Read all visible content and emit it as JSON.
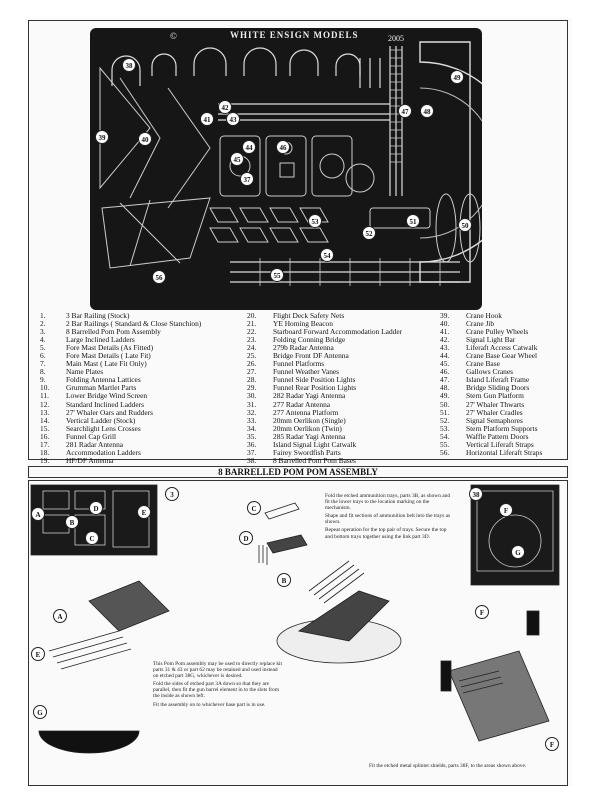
{
  "fret": {
    "copyright": "©",
    "title": "WHITE ENSIGN MODELS",
    "year": "2005",
    "callouts": [
      "38",
      "49",
      "39",
      "40",
      "41",
      "42",
      "43",
      "44",
      "45",
      "46",
      "47",
      "48",
      "50",
      "51",
      "52",
      "53",
      "54",
      "55",
      "56",
      "37"
    ]
  },
  "parts": {
    "col1": [
      {
        "n": "1.",
        "t": "3 Bar Railing (Stock)"
      },
      {
        "n": "2.",
        "t": "2 Bar Railings ( Standard & Close Stanchion)"
      },
      {
        "n": "3.",
        "t": "8 Barrelled Pom Pom Assembly"
      },
      {
        "n": "4.",
        "t": "Large Inclined Ladders"
      },
      {
        "n": "5.",
        "t": "Fore Mast Details (As Fitted)"
      },
      {
        "n": "6.",
        "t": "Fore Mast Details ( Late Fit)"
      },
      {
        "n": "7.",
        "t": "Main Mast ( Late Fit Only)"
      },
      {
        "n": "8.",
        "t": "Name Plates"
      },
      {
        "n": "9.",
        "t": "Folding Antenna Lattices"
      },
      {
        "n": "10.",
        "t": "Grumman Martlet Parts"
      },
      {
        "n": "11.",
        "t": "Lower Bridge Wind Screen"
      },
      {
        "n": "12.",
        "t": "Standard Inclined Ladders"
      },
      {
        "n": "13.",
        "t": "27' Whaler Oars and Rudders"
      },
      {
        "n": "14.",
        "t": "Vertical Ladder (Stock)"
      },
      {
        "n": "15.",
        "t": "Searchlight Lens Crosses"
      },
      {
        "n": "16.",
        "t": "Funnel Cap Grill"
      },
      {
        "n": "17.",
        "t": "281 Radar Antenna"
      },
      {
        "n": "18.",
        "t": "Accommodation Ladders"
      },
      {
        "n": "19.",
        "t": "HF/DF Antenna"
      }
    ],
    "col2": [
      {
        "n": "20.",
        "t": "Flight Deck Safety Nets"
      },
      {
        "n": "21.",
        "t": "YE Homing Beacon"
      },
      {
        "n": "22.",
        "t": "Starboard Forward Accommodation Ladder"
      },
      {
        "n": "23.",
        "t": "Folding Conning Bridge"
      },
      {
        "n": "24.",
        "t": "279b Radar Antenna"
      },
      {
        "n": "25.",
        "t": "Bridge Front DF Antenna"
      },
      {
        "n": "26.",
        "t": "Funnel Platforms"
      },
      {
        "n": "27.",
        "t": "Funnel Weather Vanes"
      },
      {
        "n": "28.",
        "t": "Funnel Side Position Lights"
      },
      {
        "n": "29.",
        "t": "Funnel Rear Position Lights"
      },
      {
        "n": "30.",
        "t": "282 Radar Yagi Antenna"
      },
      {
        "n": "31.",
        "t": "277 Radar Antenna"
      },
      {
        "n": "32.",
        "t": "277 Antenna Platform"
      },
      {
        "n": "33.",
        "t": "20mm Oerlikon (Single)"
      },
      {
        "n": "34.",
        "t": "20mm Oerlikon (Twin)"
      },
      {
        "n": "35.",
        "t": "285 Radar Yagi Antenna"
      },
      {
        "n": "36.",
        "t": "Island Signal Light Catwalk"
      },
      {
        "n": "37.",
        "t": "Fairey Swordfish Parts"
      },
      {
        "n": "38.",
        "t": "8 Barrelled Pom Pom Bases"
      }
    ],
    "col3": [
      {
        "n": "39.",
        "t": "Crane Hook"
      },
      {
        "n": "40.",
        "t": "Crane Jib"
      },
      {
        "n": "41.",
        "t": "Crane Pulley Wheels"
      },
      {
        "n": "42.",
        "t": "Signal Light Bar"
      },
      {
        "n": "43.",
        "t": "Liferaft Access Catwalk"
      },
      {
        "n": "44.",
        "t": "Crane Base Gear Wheel"
      },
      {
        "n": "45.",
        "t": "Crane Base"
      },
      {
        "n": "46.",
        "t": "Gallows Cranes"
      },
      {
        "n": "47.",
        "t": "Island Liferaft Frame"
      },
      {
        "n": "48.",
        "t": "Bridge Sliding Doors"
      },
      {
        "n": "49.",
        "t": "Stern Gun Platform"
      },
      {
        "n": "50.",
        "t": "27' Whaler Thwarts"
      },
      {
        "n": "51.",
        "t": "27' Whaler Cradles"
      },
      {
        "n": "52.",
        "t": "Signal Semaphores"
      },
      {
        "n": "53.",
        "t": "Stern Platform Supports"
      },
      {
        "n": "54.",
        "t": "Waffle Pattern Doors"
      },
      {
        "n": "55.",
        "t": "Vertical Liferaft Straps"
      },
      {
        "n": "56.",
        "t": "Horizontal Liferaft Straps"
      }
    ]
  },
  "section": {
    "title": "8 BARRELLED POM POM ASSEMBLY"
  },
  "assembly": {
    "callouts": {
      "a": "A",
      "b": "B",
      "c": "C",
      "d": "D",
      "e": "E",
      "f": "F",
      "g": "G",
      "three": "3",
      "thirtyeight": "38"
    },
    "note_top": [
      "Fold the etched ammunition trays, parts 3B, as shown and fit the lower trays to the location marking on the mechanism.",
      "Shape and fit sections of ammunition belt into the trays as shown.",
      "Repeat operation for the top pair of trays. Secure the top and bottom trays together using the link part 3D."
    ],
    "note_mid": [
      "This Pom Pom assembly may be used to directly replace kit parts 31 & 43 or part 62 may be retained and used instead on etched part 38G, whichever is desired.",
      "Fold the sides of etched part 3A down so that they are parallel, then fit the gun barrel element in to the slots from the inside as shown left.",
      "Fit the assembly on to whichever base part is in use."
    ],
    "note_bottom": "Fit the etched metal splinter shields, parts 38F, to the areas shown above."
  }
}
